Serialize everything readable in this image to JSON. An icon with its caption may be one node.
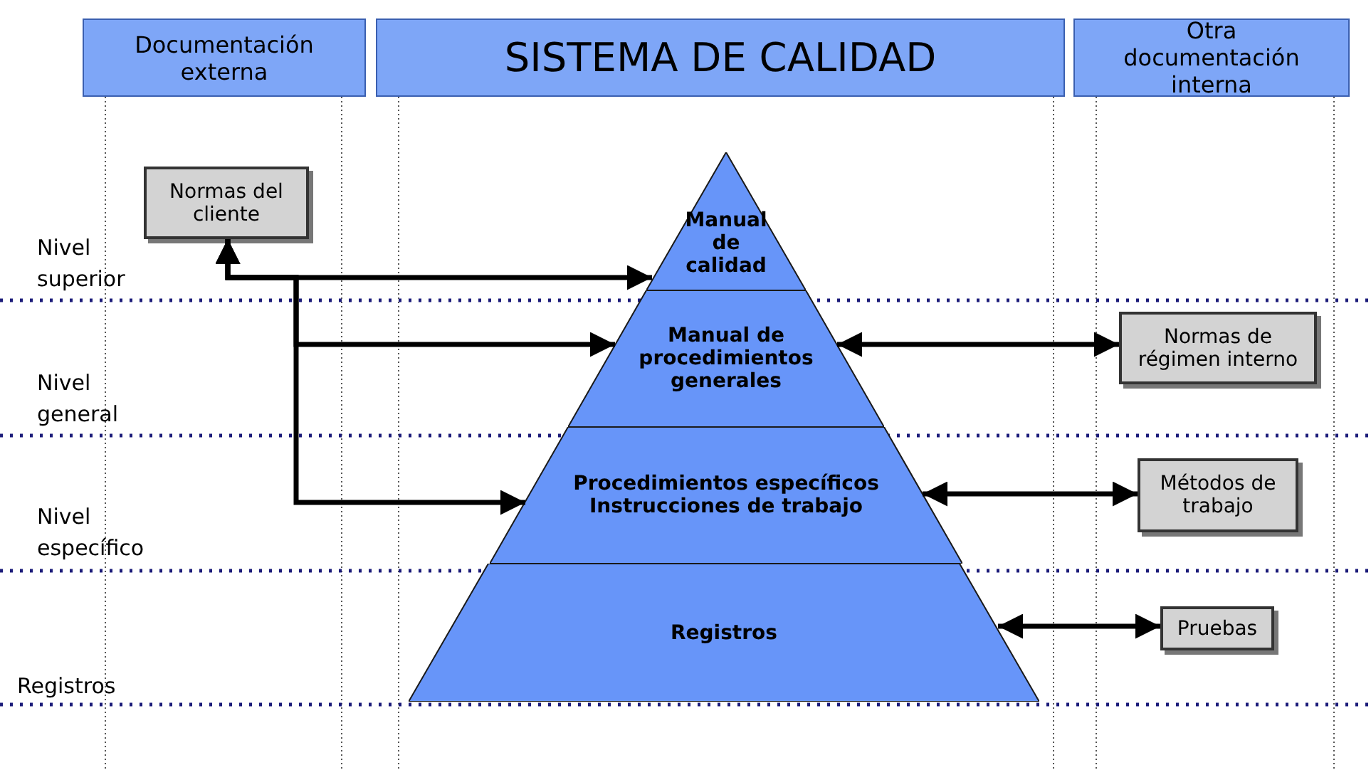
{
  "diagram": {
    "nodes": [
      {
        "text": [
          "Documentación externa"
        ]
      },
      {
        "text": [
          "SISTEMA DE CALIDAD"
        ]
      },
      {
        "text": [
          "Otra documentación interna"
        ]
      },
      {
        "text": [
          "Normas del cliente"
        ]
      },
      {
        "text": [
          "Manual de calidad"
        ]
      },
      {
        "text": [
          "Manual de procedimientos generales"
        ]
      },
      {
        "text": [
          "Procedimientos específicos",
          "Instrucciones de trabajo"
        ]
      },
      {
        "text": [
          "Registros"
        ]
      },
      {
        "text": [
          "Normas de régimen interno"
        ]
      },
      {
        "text": [
          "Métodos de trabajo"
        ]
      },
      {
        "text": [
          "Pruebas"
        ]
      }
    ],
    "edges": [
      {
        "from": 3,
        "to": 4,
        "arrow": "both"
      },
      {
        "from": 3,
        "to": 5,
        "arrow": "both"
      },
      {
        "from": 3,
        "to": 6,
        "arrow": "both"
      },
      {
        "from": 5,
        "to": 8,
        "arrow": "both"
      },
      {
        "from": 6,
        "to": 9,
        "arrow": "both"
      },
      {
        "from": 7,
        "to": 10,
        "arrow": "both"
      }
    ],
    "labels": [
      "Nivel superior",
      "Nivel general",
      "Nivel específico",
      "Registros"
    ]
  }
}
